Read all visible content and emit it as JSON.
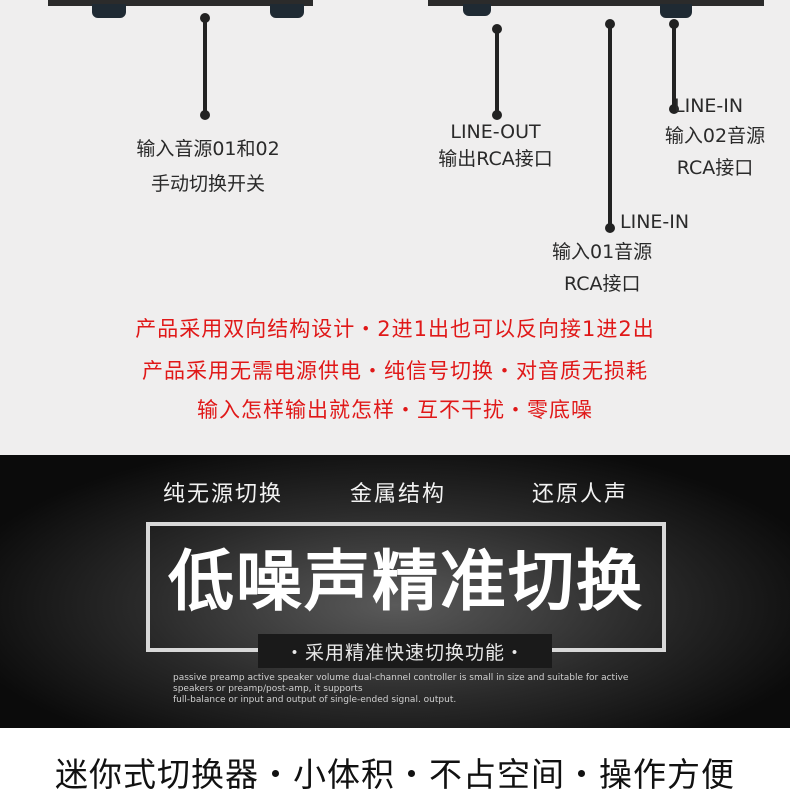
{
  "diagram": {
    "labels": {
      "switch": [
        "输入音源01和02",
        "手动切换开关"
      ],
      "line_out": [
        "LINE-OUT",
        "输出RCA接口"
      ],
      "line_in_02": [
        "LINE-IN",
        "输入02音源",
        "RCA接口"
      ],
      "line_in_01": [
        "LINE-IN",
        "输入01音源",
        "RCA接口"
      ]
    }
  },
  "red_text": [
    "产品采用双向结构设计・2进1出也可以反向接1进2出",
    "产品采用无需电源供电・纯信号切换・对音质无损耗",
    "输入怎样输出就怎样・互不干扰・零底噪"
  ],
  "features": [
    "纯无源切换",
    "金属结构",
    "还原人声"
  ],
  "headline": "低噪声精准切换",
  "subheadline": "・采用精准快速切换功能・",
  "english_desc": [
    "passive preamp active speaker volume dual-channel controller is small in size and suitable for active",
    "speakers or preamp/post-amp, it supports",
    "full-balance or input and output of single-ended signal. output."
  ],
  "bottom_text": "迷你式切换器・小体积・不占空间・操作方便"
}
